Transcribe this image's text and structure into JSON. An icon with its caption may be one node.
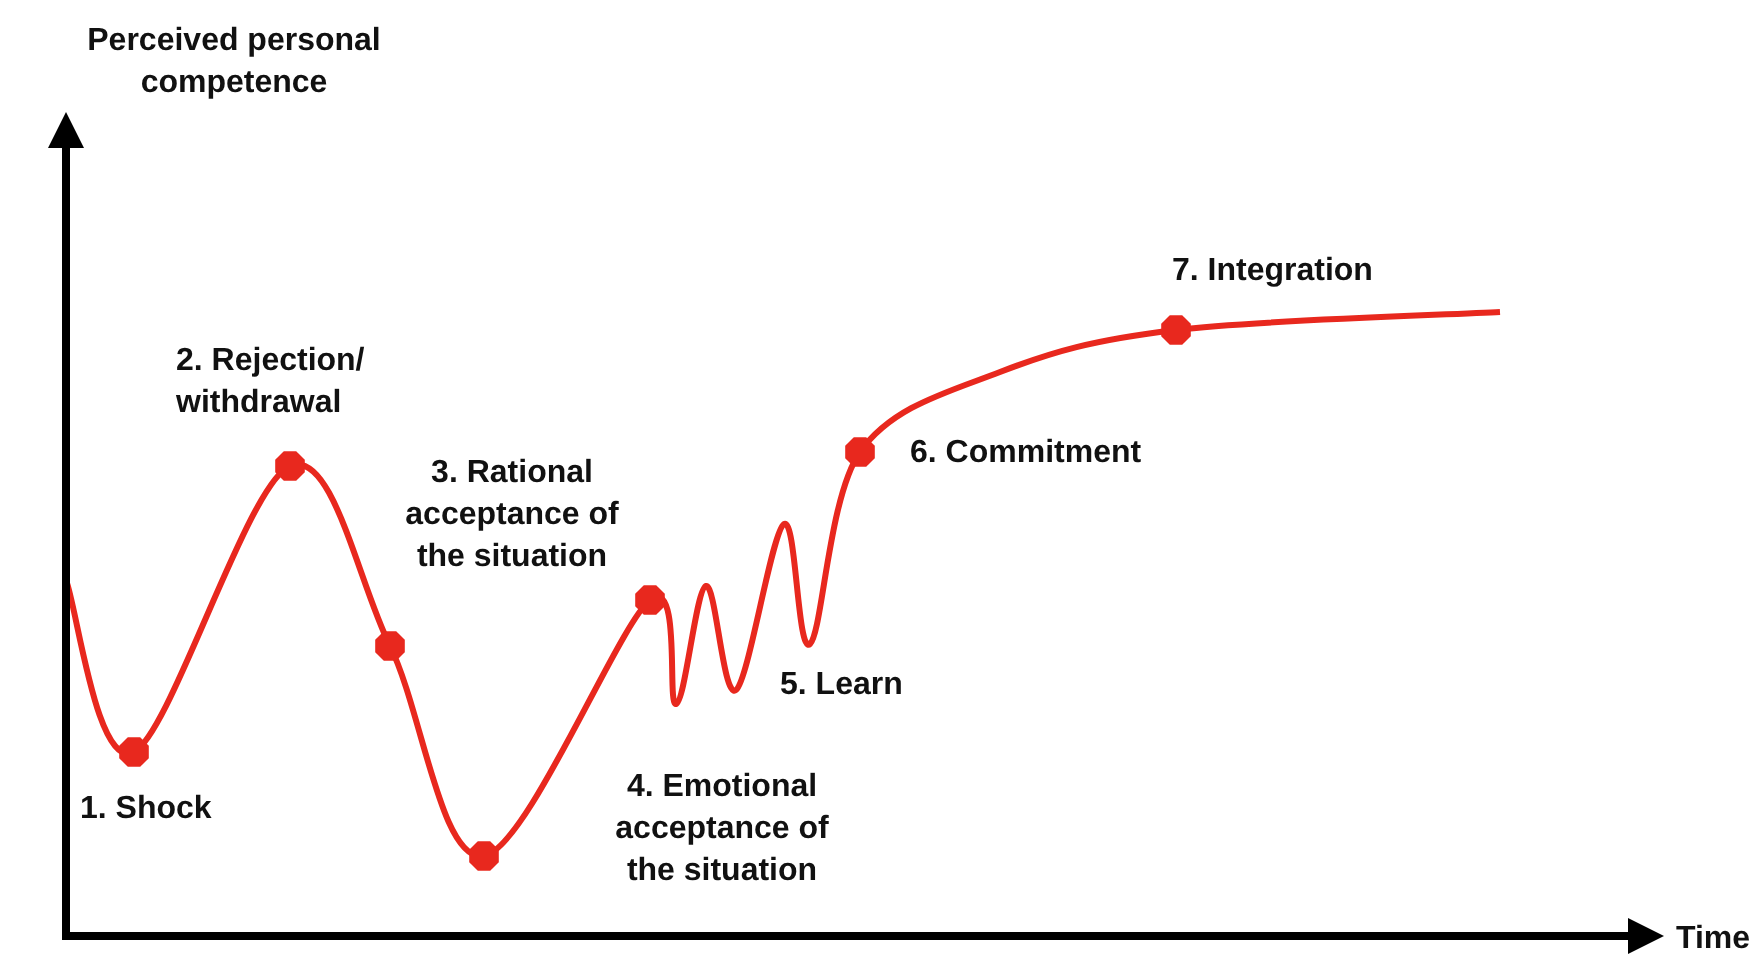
{
  "diagram": {
    "labels": [
      "Perceived personal competence",
      "7. Integration",
      "2. Rejection/ withdrawal",
      "6. Commitment",
      "3. Rational acceptance of the situation",
      "5. Learn",
      "4. Emotional acceptance of the situation",
      "1. Shock",
      "Time"
    ]
  }
}
